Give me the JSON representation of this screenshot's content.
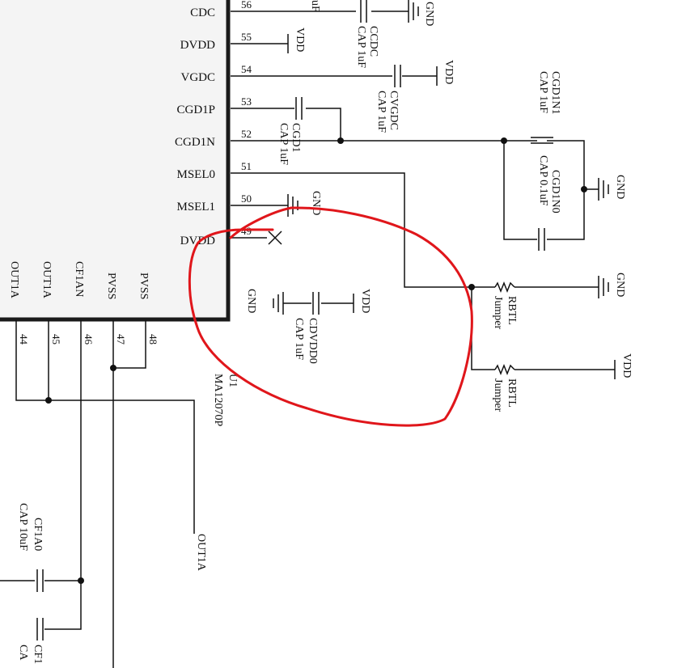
{
  "chip": {
    "refdes": "U1",
    "part": "MA12070P",
    "right_pins": [
      {
        "name": "CDC",
        "num": "56"
      },
      {
        "name": "DVDD",
        "num": "55"
      },
      {
        "name": "VGDC",
        "num": "54"
      },
      {
        "name": "CGD1P",
        "num": "53"
      },
      {
        "name": "CGD1N",
        "num": "52"
      },
      {
        "name": "MSEL0",
        "num": "51"
      },
      {
        "name": "MSEL1",
        "num": "50"
      },
      {
        "name": "DVDD",
        "num": "49"
      }
    ],
    "bottom_pins": [
      {
        "name": "OUT1A",
        "num": "44"
      },
      {
        "name": "OUT1A",
        "num": "45"
      },
      {
        "name": "CF1AN",
        "num": "46"
      },
      {
        "name": "PVSS",
        "num": "47"
      },
      {
        "name": "PVSS",
        "num": "48"
      }
    ]
  },
  "capacitors": {
    "ccdc": {
      "ref": "CCDC",
      "value": "CAP 1uF"
    },
    "cvgdc": {
      "ref": "CVGDC",
      "value": "CAP 1uF"
    },
    "cgd1": {
      "ref": "CGD1",
      "value": "CAP 1uF"
    },
    "cgd1n1": {
      "ref": "CGD1N1",
      "value": "CAP 1uF"
    },
    "cgd1n0": {
      "ref": "CGD1N0",
      "value": "CAP 0.1uF"
    },
    "cdvdd0": {
      "ref": "CDVDD0",
      "value": "CAP 1uF"
    },
    "cf1a0": {
      "ref": "CF1A0",
      "value": "CAP 10uF"
    },
    "cf1": {
      "ref": "CF1",
      "value": "CA"
    }
  },
  "resistors": {
    "rbtl_top": {
      "ref": "RBTL",
      "value": "Jumper"
    },
    "rbtl_bottom": {
      "ref": "RBTL",
      "value": "Jumper"
    }
  },
  "nets": {
    "vdd": "VDD",
    "gnd": "GND",
    "gnd_partial": "GND",
    "out1a": "OUT1A",
    "ccdc_partial_value": "uF"
  }
}
